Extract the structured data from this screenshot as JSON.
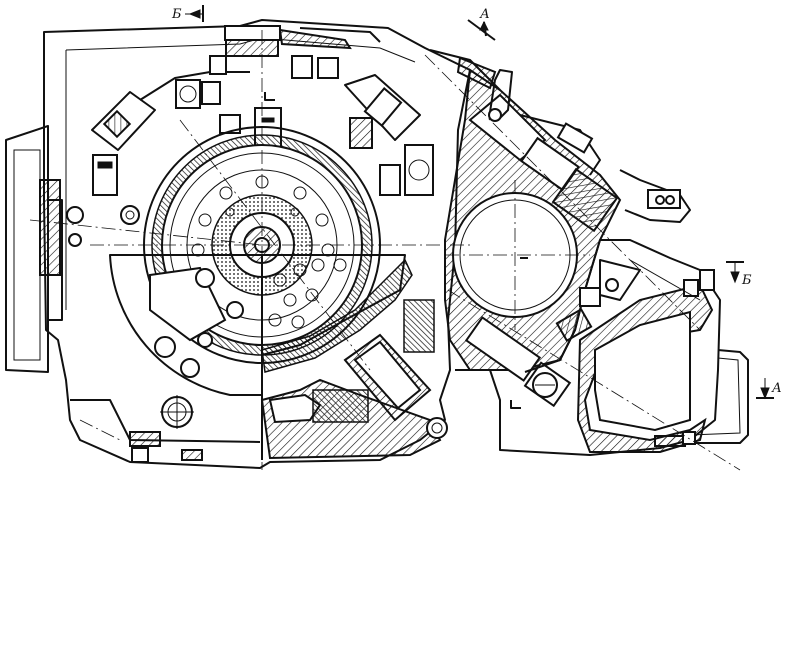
{
  "section_labels": {
    "b_top": "Б",
    "a_top": "А",
    "b_right": "Б",
    "a_right": "А"
  }
}
